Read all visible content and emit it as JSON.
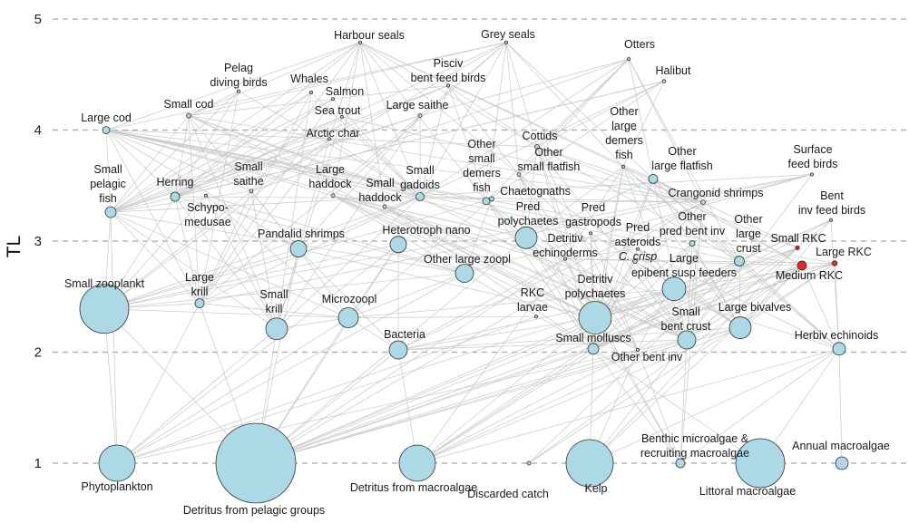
{
  "axis": {
    "ylabel": "TL",
    "ticks": [
      "1",
      "2",
      "3",
      "4",
      "5"
    ],
    "tick_values": [
      1,
      2,
      3,
      4,
      5
    ]
  },
  "colors": {
    "node_fill": "#add8e6",
    "rkc_fill": "#e8262a",
    "edge": "#c8c8c8",
    "grid": "#a8a8a8"
  },
  "nodes": [
    {
      "id": "hseal",
      "label": [
        "Harbour seals"
      ],
      "tl": 4.79
    },
    {
      "id": "gseal",
      "label": [
        "Grey seals"
      ],
      "tl": 4.79
    },
    {
      "id": "otter",
      "label": [
        "Otters"
      ],
      "tl": 4.64
    },
    {
      "id": "hali",
      "label": [
        "Halibut"
      ],
      "tl": 4.44
    },
    {
      "id": "pisc",
      "label": [
        "Pisciv",
        "bent feed birds"
      ],
      "tl": 4.4
    },
    {
      "id": "pelb",
      "label": [
        "Pelag",
        "diving birds"
      ],
      "tl": 4.35
    },
    {
      "id": "whal",
      "label": [
        "Whales"
      ],
      "tl": 4.34
    },
    {
      "id": "salm",
      "label": [
        "Salmon"
      ],
      "tl": 4.28
    },
    {
      "id": "scod",
      "label": [
        "Small cod"
      ],
      "tl": 4.13
    },
    {
      "id": "strt",
      "label": [
        "Sea trout"
      ],
      "tl": 4.12
    },
    {
      "id": "lsai",
      "label": [
        "Large saithe"
      ],
      "tl": 4.13
    },
    {
      "id": "lcod",
      "label": [
        "Large cod"
      ],
      "tl": 4.0
    },
    {
      "id": "achr",
      "label": [
        "Arctic char"
      ],
      "tl": 3.92
    },
    {
      "id": "cott",
      "label": [
        "Cottids"
      ],
      "tl": 3.85
    },
    {
      "id": "olde",
      "label": [
        "Other",
        "large",
        "demers",
        "fish"
      ],
      "tl": 3.67
    },
    {
      "id": "osfl",
      "label": [
        "Other",
        "small flatfish"
      ],
      "tl": 3.6
    },
    {
      "id": "sfb",
      "label": [
        "Surface",
        "feed birds"
      ],
      "tl": 3.6
    },
    {
      "id": "olfl",
      "label": [
        "Other",
        "large flatfish"
      ],
      "tl": 3.56
    },
    {
      "id": "ssai",
      "label": [
        "Small",
        "saithe"
      ],
      "tl": 3.45
    },
    {
      "id": "her",
      "label": [
        "Herring"
      ],
      "tl": 3.4
    },
    {
      "id": "schy",
      "label": [
        "Schypo-",
        "medusae"
      ],
      "tl": 3.41
    },
    {
      "id": "lhad",
      "label": [
        "Large",
        "haddock"
      ],
      "tl": 3.41
    },
    {
      "id": "sgad",
      "label": [
        "Small",
        "gadoids"
      ],
      "tl": 3.4
    },
    {
      "id": "chae",
      "label": [
        "Chaetognaths"
      ],
      "tl": 3.38
    },
    {
      "id": "osde",
      "label": [
        "Other",
        "small",
        "demers",
        "fish"
      ],
      "tl": 3.36
    },
    {
      "id": "cran",
      "label": [
        "Crangonid shrimps"
      ],
      "tl": 3.35
    },
    {
      "id": "shad",
      "label": [
        "Small",
        "haddock"
      ],
      "tl": 3.31
    },
    {
      "id": "spf",
      "label": [
        "Small",
        "pelagic",
        "fish"
      ],
      "tl": 3.26
    },
    {
      "id": "bifb",
      "label": [
        "Bent",
        "inv feed birds"
      ],
      "tl": 3.19
    },
    {
      "id": "pgas",
      "label": [
        "Pred",
        "gastropods"
      ],
      "tl": 3.07
    },
    {
      "id": "ppol",
      "label": [
        "Pred",
        "polychaetes"
      ],
      "tl": 3.03
    },
    {
      "id": "opbi",
      "label": [
        "Other",
        "pred bent inv"
      ],
      "tl": 2.98
    },
    {
      "id": "hnan",
      "label": [
        "Heterotroph nano"
      ],
      "tl": 2.97
    },
    {
      "id": "srkc",
      "label": [
        "Small RKC"
      ],
      "tl": 2.94,
      "rkc": true
    },
    {
      "id": "pand",
      "label": [
        "Pandalid shrimps"
      ],
      "tl": 2.93
    },
    {
      "id": "past",
      "label": [
        "Pred",
        "asteroids"
      ],
      "tl": 2.93
    },
    {
      "id": "dech",
      "label": [
        "Detritiv",
        "echinoderms"
      ],
      "tl": 2.84
    },
    {
      "id": "ccri",
      "label": [
        "C. crisp"
      ],
      "tl": 2.82,
      "italic": true
    },
    {
      "id": "olcr",
      "label": [
        "Other",
        "large",
        "crust"
      ],
      "tl": 2.82
    },
    {
      "id": "lrkc",
      "label": [
        "Large RKC"
      ],
      "tl": 2.8,
      "rkc": true
    },
    {
      "id": "mrkc",
      "label": [
        "Medium RKC"
      ],
      "tl": 2.78,
      "rkc": true
    },
    {
      "id": "olzo",
      "label": [
        "Other large zoopl"
      ],
      "tl": 2.71
    },
    {
      "id": "lesf",
      "label": [
        "Large",
        "epibent susp feeders"
      ],
      "tl": 2.57
    },
    {
      "id": "lkri",
      "label": [
        "Large",
        "krill"
      ],
      "tl": 2.44
    },
    {
      "id": "szoo",
      "label": [
        "Small zooplankt"
      ],
      "tl": 2.39
    },
    {
      "id": "rkcl",
      "label": [
        "RKC",
        "larvae"
      ],
      "tl": 2.32
    },
    {
      "id": "mzoo",
      "label": [
        "Microzoopl"
      ],
      "tl": 2.31
    },
    {
      "id": "dpol",
      "label": [
        "Detritiv",
        "polychaetes"
      ],
      "tl": 2.31
    },
    {
      "id": "lbiv",
      "label": [
        "Large bivalves"
      ],
      "tl": 2.22
    },
    {
      "id": "skri",
      "label": [
        "Small",
        "krill"
      ],
      "tl": 2.21
    },
    {
      "id": "sbcr",
      "label": [
        "Small",
        "bent crust"
      ],
      "tl": 2.11
    },
    {
      "id": "smol",
      "label": [
        "Small molluscs"
      ],
      "tl": 2.03
    },
    {
      "id": "hech",
      "label": [
        "Herbiv echinoids"
      ],
      "tl": 2.03
    },
    {
      "id": "bact",
      "label": [
        "Bacteria"
      ],
      "tl": 2.02
    },
    {
      "id": "obin",
      "label": [
        "Other bent inv"
      ],
      "tl": 2.02
    },
    {
      "id": "phyt",
      "label": [
        "Phytoplankton"
      ],
      "tl": 1.0
    },
    {
      "id": "detp",
      "label": [
        "Detritus from pelagic groups"
      ],
      "tl": 1.0
    },
    {
      "id": "detm",
      "label": [
        "Detritus from macroalgae"
      ],
      "tl": 1.0
    },
    {
      "id": "disc",
      "label": [
        "Discarded catch"
      ],
      "tl": 1.0
    },
    {
      "id": "kelp",
      "label": [
        "Kelp"
      ],
      "tl": 1.0
    },
    {
      "id": "bmic",
      "label": [
        "Benthic microalgae &",
        "recruiting macroalgae"
      ],
      "tl": 1.0
    },
    {
      "id": "litm",
      "label": [
        "Littoral macroalgae"
      ],
      "tl": 1.0
    },
    {
      "id": "annm",
      "label": [
        "Annual macroalgae"
      ],
      "tl": 1.0
    }
  ],
  "links": [
    [
      "hseal",
      [
        "lcod",
        "scod",
        "ssai",
        "lhad",
        "sgad",
        "spf",
        "her",
        "cott",
        "osde",
        "olde",
        "osfl",
        "olfl",
        "shad",
        "achr"
      ]
    ],
    [
      "gseal",
      [
        "lcod",
        "scod",
        "lsai",
        "ssai",
        "lhad",
        "sgad",
        "her",
        "cott",
        "osde",
        "olde",
        "olfl",
        "osfl"
      ]
    ],
    [
      "otter",
      [
        "cott",
        "osde",
        "osfl",
        "olfl",
        "sgad",
        "cran",
        "olcr",
        "lsai",
        "ssai"
      ]
    ],
    [
      "hali",
      [
        "cott",
        "osde",
        "sgad",
        "her",
        "spf",
        "olde"
      ]
    ],
    [
      "pisc",
      [
        "sgad",
        "cott",
        "osde",
        "osfl",
        "her",
        "spf",
        "scod"
      ]
    ],
    [
      "pelb",
      [
        "spf",
        "her",
        "sgad",
        "lkri",
        "scod"
      ]
    ],
    [
      "whal",
      [
        "spf",
        "her",
        "lkri",
        "skri",
        "sgad"
      ]
    ],
    [
      "salm",
      [
        "spf",
        "her",
        "lkri",
        "sgad"
      ]
    ],
    [
      "strt",
      [
        "spf",
        "her",
        "sgad",
        "cran",
        "skri"
      ]
    ],
    [
      "achr",
      [
        "spf",
        "lkri",
        "skri",
        "szoo",
        "sgad"
      ]
    ],
    [
      "scod",
      [
        "spf",
        "her",
        "pand",
        "lkri",
        "skri",
        "sgad",
        "cran",
        "sbcr",
        "ppol",
        "dpol"
      ]
    ],
    [
      "lcod",
      [
        "spf",
        "her",
        "sgad",
        "shad",
        "lhad",
        "ssai",
        "osde",
        "cott",
        "pand",
        "lkri",
        "mrkc",
        "lrkc",
        "olcr",
        "cran",
        "past"
      ]
    ],
    [
      "lsai",
      [
        "spf",
        "her",
        "sgad",
        "lkri",
        "pand",
        "skri"
      ]
    ],
    [
      "cott",
      [
        "cran",
        "sbcr",
        "smol",
        "ppol",
        "dpol",
        "olcr",
        "srkc",
        "obin"
      ]
    ],
    [
      "olde",
      [
        "cran",
        "sbcr",
        "ppol",
        "dpol",
        "smol",
        "lbiv",
        "olcr",
        "mrkc",
        "hech",
        "dech"
      ]
    ],
    [
      "osfl",
      [
        "sbcr",
        "ppol",
        "dpol",
        "smol",
        "obin",
        "lbiv"
      ]
    ],
    [
      "olfl",
      [
        "sbcr",
        "ppol",
        "dpol",
        "smol",
        "lbiv",
        "hech",
        "olcr",
        "mrkc",
        "srkc"
      ]
    ],
    [
      "sfb",
      [
        "spf",
        "olzo",
        "szoo",
        "lkri",
        "sbcr",
        "cran"
      ]
    ],
    [
      "bifb",
      [
        "lbiv",
        "smol",
        "hech",
        "sbcr",
        "lesf",
        "olcr"
      ]
    ],
    [
      "ssai",
      [
        "spf",
        "lkri",
        "skri",
        "pand",
        "szoo"
      ]
    ],
    [
      "her",
      [
        "szoo",
        "lkri",
        "skri",
        "chae",
        "olzo"
      ]
    ],
    [
      "schy",
      [
        "szoo",
        "skri",
        "mzoo",
        "olzo"
      ]
    ],
    [
      "lhad",
      [
        "ppol",
        "dpol",
        "smol",
        "sbcr",
        "dech",
        "obin",
        "hech"
      ]
    ],
    [
      "shad",
      [
        "dpol",
        "sbcr",
        "smol",
        "obin",
        "ppol"
      ]
    ],
    [
      "sgad",
      [
        "skri",
        "lkri",
        "pand",
        "sbcr",
        "cran",
        "szoo"
      ]
    ],
    [
      "chae",
      [
        "szoo",
        "mzoo",
        "olzo"
      ]
    ],
    [
      "osde",
      [
        "sbcr",
        "dpol",
        "ppol",
        "smol",
        "cran"
      ]
    ],
    [
      "cran",
      [
        "dpol",
        "sbcr",
        "detp",
        "bact",
        "bmic"
      ]
    ],
    [
      "spf",
      [
        "szoo",
        "lkri",
        "skri",
        "olzo",
        "mzoo",
        "phyt"
      ]
    ],
    [
      "pgas",
      [
        "lbiv",
        "smol",
        "dpol",
        "obin"
      ]
    ],
    [
      "ppol",
      [
        "dpol",
        "smol",
        "obin",
        "sbcr",
        "detp"
      ]
    ],
    [
      "opbi",
      [
        "dpol",
        "smol",
        "lbiv",
        "sbcr",
        "obin"
      ]
    ],
    [
      "hnan",
      [
        "bact",
        "phyt",
        "detp"
      ]
    ],
    [
      "srkc",
      [
        "dpol",
        "smol",
        "obin",
        "sbcr",
        "detp",
        "kelp"
      ]
    ],
    [
      "mrkc",
      [
        "dpol",
        "smol",
        "lbiv",
        "hech",
        "dech",
        "sbcr",
        "detp",
        "kelp",
        "disc"
      ]
    ],
    [
      "lrkc",
      [
        "dpol",
        "smol",
        "lbiv",
        "hech",
        "dech",
        "lesf",
        "detp",
        "disc"
      ]
    ],
    [
      "pand",
      [
        "szoo",
        "mzoo",
        "detp",
        "dpol",
        "bact"
      ]
    ],
    [
      "past",
      [
        "lbiv",
        "smol",
        "lesf",
        "hech",
        "dech"
      ]
    ],
    [
      "dech",
      [
        "detp",
        "detm",
        "bact",
        "bmic"
      ]
    ],
    [
      "ccri",
      [
        "lbiv",
        "smol",
        "sbcr",
        "dpol"
      ]
    ],
    [
      "olcr",
      [
        "dpol",
        "smol",
        "lbiv",
        "sbcr",
        "hech",
        "disc",
        "detm"
      ]
    ],
    [
      "olzo",
      [
        "szoo",
        "mzoo",
        "phyt",
        "hnan"
      ]
    ],
    [
      "lesf",
      [
        "phyt",
        "detp",
        "detm",
        "bact",
        "mzoo"
      ]
    ],
    [
      "lkri",
      [
        "phyt",
        "szoo",
        "mzoo",
        "detp"
      ]
    ],
    [
      "szoo",
      [
        "phyt",
        "mzoo",
        "hnan",
        "detp"
      ]
    ],
    [
      "rkcl",
      [
        "phyt",
        "mzoo"
      ]
    ],
    [
      "mzoo",
      [
        "phyt",
        "hnan",
        "bact",
        "detp"
      ]
    ],
    [
      "dpol",
      [
        "detp",
        "detm",
        "bact",
        "bmic"
      ]
    ],
    [
      "lbiv",
      [
        "phyt",
        "detp",
        "detm",
        "bact"
      ]
    ],
    [
      "skri",
      [
        "phyt",
        "mzoo",
        "detp"
      ]
    ],
    [
      "sbcr",
      [
        "detp",
        "detm",
        "bmic",
        "kelp",
        "bact"
      ]
    ],
    [
      "smol",
      [
        "bmic",
        "detp",
        "detm",
        "kelp",
        "litm"
      ]
    ],
    [
      "hech",
      [
        "kelp",
        "litm",
        "annm",
        "bmic",
        "detm"
      ]
    ],
    [
      "bact",
      [
        "detp",
        "detm"
      ]
    ],
    [
      "obin",
      [
        "detp",
        "detm",
        "bmic",
        "kelp"
      ]
    ]
  ]
}
